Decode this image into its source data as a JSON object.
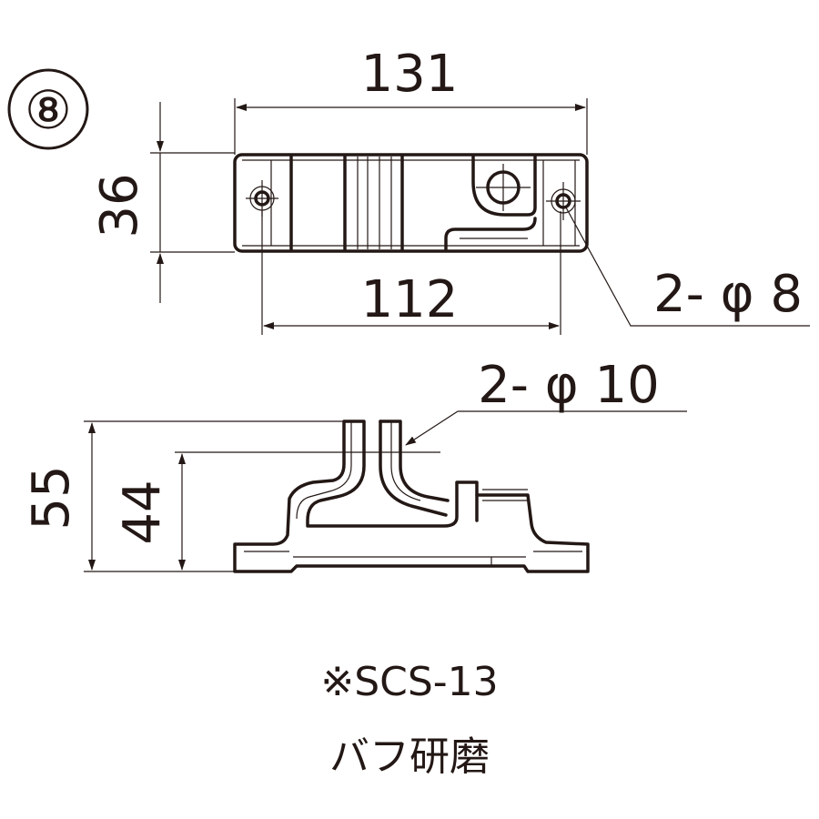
{
  "part_number": "⑧",
  "top_view": {
    "dim_overall_length": "131",
    "dim_width": "36",
    "dim_hole_pitch": "112",
    "callout_holes": "2- φ 8"
  },
  "side_view": {
    "callout_holes": "2- φ 10",
    "dim_overall_height": "55",
    "dim_hole_height": "44"
  },
  "notes": {
    "material": "※SCS-13",
    "finish": "バフ研磨"
  }
}
